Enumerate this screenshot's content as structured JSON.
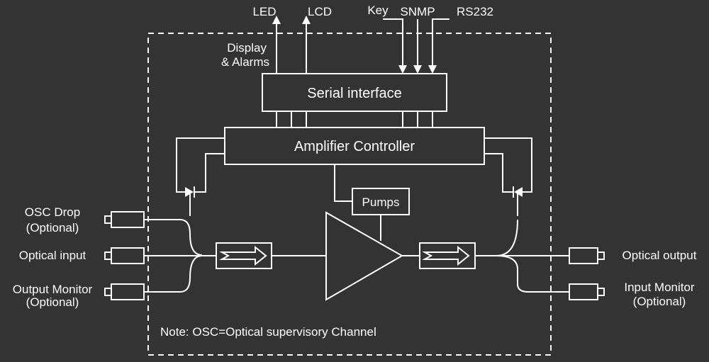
{
  "colors": {
    "background": "#333333",
    "foreground": "#ffffff"
  },
  "top_labels": {
    "led": "LED",
    "lcd": "LCD",
    "key": "Key",
    "snmp": "SNMP",
    "rs232": "RS232"
  },
  "display_alarms": {
    "line1": "Display",
    "line2": "& Alarms"
  },
  "blocks": {
    "serial_interface": "Serial interface",
    "amplifier_controller": "Amplifier Controller",
    "pumps": "Pumps"
  },
  "ports_left": {
    "osc_drop": {
      "line1": "OSC Drop",
      "line2": "(Optional)"
    },
    "optical_input": "Optical input",
    "output_monitor": {
      "line1": "Output Monitor",
      "line2": "(Optional)"
    }
  },
  "ports_right": {
    "optical_output": "Optical output",
    "input_monitor": {
      "line1": "Input Monitor",
      "line2": "(Optional)"
    }
  },
  "note": "Note: OSC=Optical supervisory Channel"
}
